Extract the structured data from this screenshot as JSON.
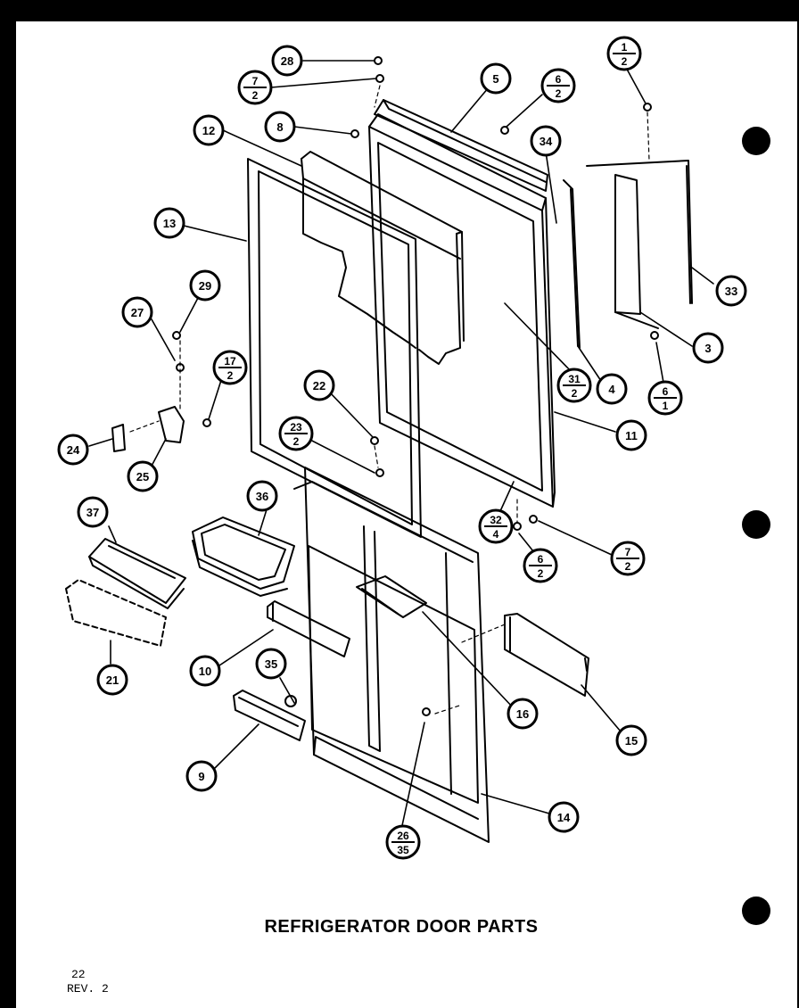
{
  "title": "REFRIGERATOR DOOR PARTS",
  "page_number": "22",
  "revision": "REV. 2",
  "callouts": {
    "c1_2": [
      "1",
      "2"
    ],
    "c28": "28",
    "c7_2a": [
      "7",
      "2"
    ],
    "c5": "5",
    "c6_2a": [
      "6",
      "2"
    ],
    "c8": "8",
    "c12": "12",
    "c34": "34",
    "c33": "33",
    "c13": "13",
    "c29": "29",
    "c27": "27",
    "c17_2": [
      "17",
      "2"
    ],
    "c3": "3",
    "c31_2": [
      "31",
      "2"
    ],
    "c4": "4",
    "c6_1": [
      "6",
      "1"
    ],
    "c22": "22",
    "c23_2": [
      "23",
      "2"
    ],
    "c11": "11",
    "c24": "24",
    "c25": "25",
    "c37": "37",
    "c36": "36",
    "c32_4": [
      "32",
      "4"
    ],
    "c7_2b": [
      "7",
      "2"
    ],
    "c6_2b": [
      "6",
      "2"
    ],
    "c21": "21",
    "c10": "10",
    "c35": "35",
    "c16": "16",
    "c15": "15",
    "c9": "9",
    "c14": "14",
    "c26_35": [
      "26",
      "35"
    ]
  }
}
